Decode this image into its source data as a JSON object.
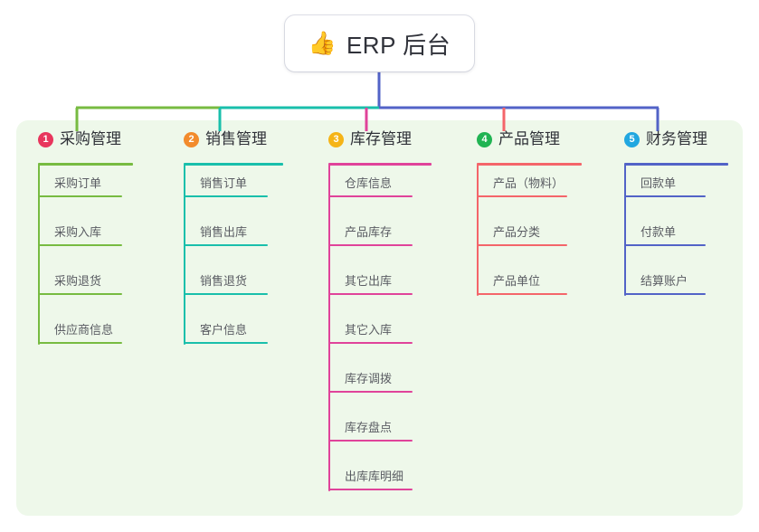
{
  "diagram": {
    "type": "mind-map",
    "title": "ERP 后台",
    "root": {
      "emoji": "👍",
      "emoji_name": "thumbs-up-icon",
      "label": "ERP 后台"
    },
    "panel_color": "#eef8ea",
    "background": "#ffffff",
    "stem_color": "#5263c7",
    "branches": [
      {
        "number": "1",
        "label": "采购管理",
        "badge_color": "#e8365d",
        "line_color": "#77bb41",
        "items": [
          "采购订单",
          "采购入库",
          "采购退货",
          "供应商信息"
        ]
      },
      {
        "number": "2",
        "label": "销售管理",
        "badge_color": "#f28b2c",
        "line_color": "#19bfab",
        "items": [
          "销售订单",
          "销售出库",
          "销售退货",
          "客户信息"
        ]
      },
      {
        "number": "3",
        "label": "库存管理",
        "badge_color": "#f5b417",
        "line_color": "#e0439a",
        "items": [
          "仓库信息",
          "产品库存",
          "其它出库",
          "其它入库",
          "库存调拨",
          "库存盘点",
          "出库库明细"
        ]
      },
      {
        "number": "4",
        "label": "产品管理",
        "badge_color": "#21b453",
        "line_color": "#f4656a",
        "items": [
          "产品（物料）",
          "产品分类",
          "产品单位"
        ]
      },
      {
        "number": "5",
        "label": "财务管理",
        "badge_color": "#21a7e0",
        "line_color": "#5263c7",
        "items": [
          "回款单",
          "付款单",
          "结算账户"
        ]
      }
    ]
  }
}
